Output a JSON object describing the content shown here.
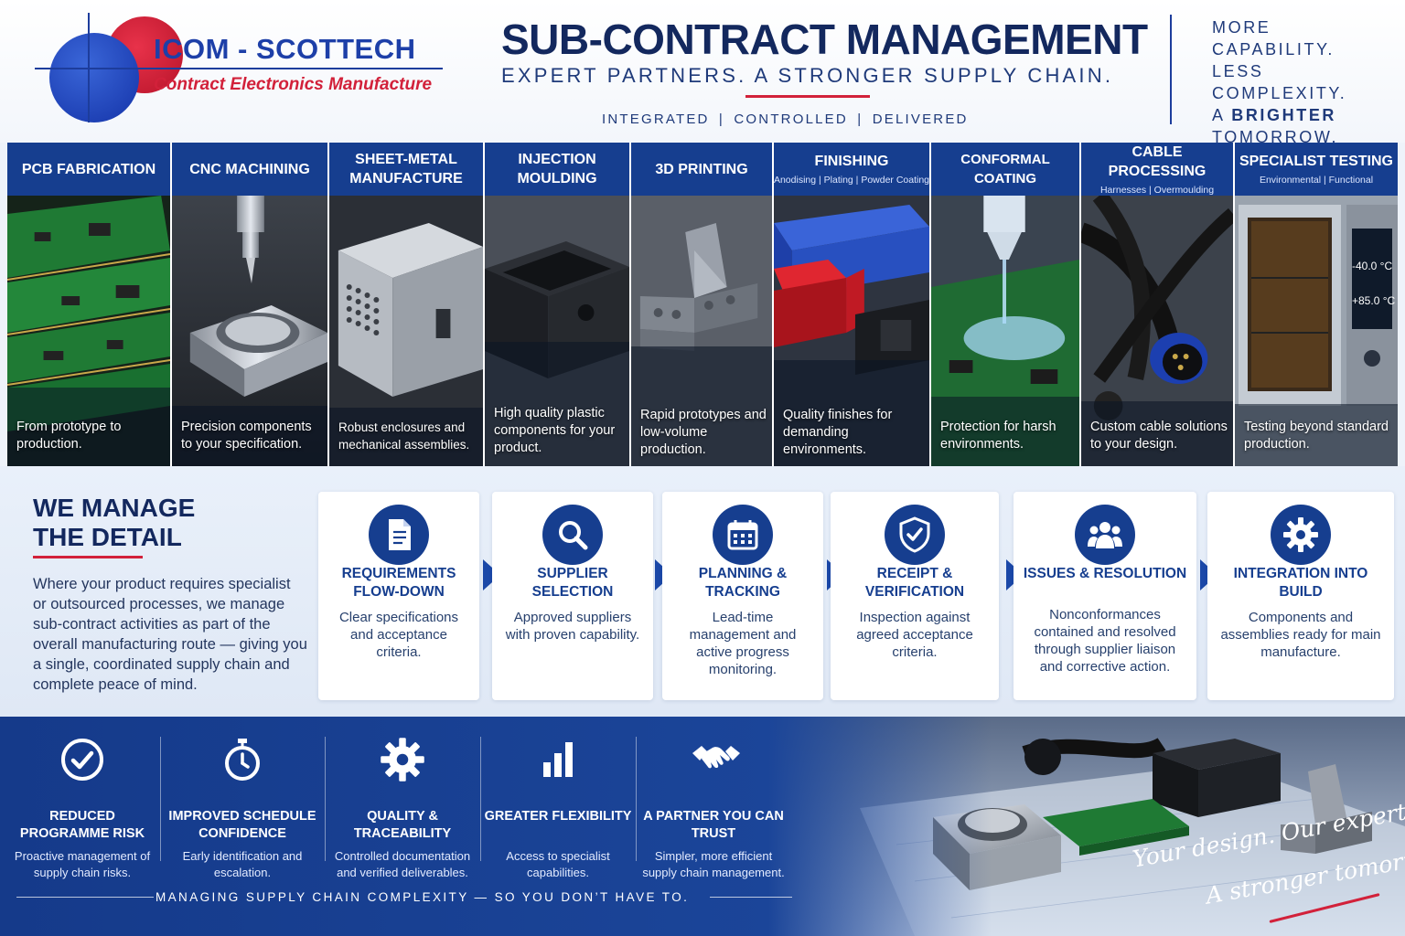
{
  "header": {
    "logo_name": "ICOM - SCOTTECH",
    "logo_tagline": "Contract Electronics Manufacture",
    "title": "SUB-CONTRACT MANAGEMENT",
    "subtitle": "EXPERT PARTNERS.  A STRONGER SUPPLY CHAIN.",
    "tagline": "INTEGRATED   |   CONTROLLED   |   DELIVERED",
    "motto_line1": "MORE",
    "motto_line2": "CAPABILITY.",
    "motto_line3": "LESS COMPLEXITY.",
    "motto_line4_a": "A ",
    "motto_line4_b": "BRIGHTER",
    "motto_line5": "TOMORROW."
  },
  "services": [
    {
      "title": "PCB FABRICATION",
      "sub": "",
      "text": "From prototype to production."
    },
    {
      "title": "CNC MACHINING",
      "sub": "",
      "text": "Precision components to your specification."
    },
    {
      "title": "SHEET-METAL MANUFACTURE",
      "sub": "",
      "text": "Robust enclosures and mechanical assemblies."
    },
    {
      "title": "INJECTION MOULDING",
      "sub": "",
      "text": "High quality plastic components for your product."
    },
    {
      "title": "3D PRINTING",
      "sub": "",
      "text": "Rapid prototypes and low-volume production."
    },
    {
      "title": "FINISHING",
      "sub": "Anodising | Plating | Powder Coating",
      "text": "Quality finishes for demanding environments."
    },
    {
      "title": "CONFORMAL COATING",
      "sub": "",
      "text": "Protection for harsh environments."
    },
    {
      "title": "CABLE PROCESSING",
      "sub": "Harnesses | Overmoulding",
      "text": "Custom cable solutions to your design."
    },
    {
      "title": "SPECIALIST TESTING",
      "sub": "Environmental | Functional",
      "text": "Testing beyond standard production."
    }
  ],
  "chamber": {
    "low": "-40.0 °C",
    "high": "+85.0 °C"
  },
  "manage": {
    "title_line1": "WE MANAGE",
    "title_line2": "THE DETAIL",
    "body": "Where your product requires specialist or outsourced processes, we manage sub-contract activities as part of the overall manufacturing route — giving you a single, coordinated supply chain and complete peace of mind."
  },
  "steps": [
    {
      "icon": "document-icon",
      "title": "REQUIREMENTS FLOW-DOWN",
      "text": "Clear specifications and acceptance criteria."
    },
    {
      "icon": "magnifier-icon",
      "title": "SUPPLIER SELECTION",
      "text": "Approved suppliers with proven capability."
    },
    {
      "icon": "calendar-icon",
      "title": "PLANNING & TRACKING",
      "text": "Lead-time management and active progress monitoring."
    },
    {
      "icon": "shield-check-icon",
      "title": "RECEIPT & VERIFICATION",
      "text": "Inspection against agreed acceptance criteria."
    },
    {
      "icon": "team-icon",
      "title": "ISSUES & RESOLUTION",
      "text": "Nonconformances contained and resolved through supplier liaison and corrective action."
    },
    {
      "icon": "gear-icon",
      "title": "INTEGRATION INTO BUILD",
      "text": "Components and assemblies ready for main manufacture."
    }
  ],
  "benefits": [
    {
      "icon": "check-circle-icon",
      "title": "REDUCED PROGRAMME RISK",
      "text": "Proactive management of supply chain risks."
    },
    {
      "icon": "stopwatch-icon",
      "title": "IMPROVED SCHEDULE CONFIDENCE",
      "text": "Early identification and escalation."
    },
    {
      "icon": "gear-icon",
      "title": "QUALITY & TRACEABILITY",
      "text": "Controlled documentation and verified deliverables."
    },
    {
      "icon": "bar-chart-icon",
      "title": "GREATER FLEXIBILITY",
      "text": "Access to specialist capabilities."
    },
    {
      "icon": "handshake-icon",
      "title": "A PARTNER YOU CAN TRUST",
      "text": "Simpler, more efficient supply chain management."
    }
  ],
  "footer": {
    "text": "MANAGING SUPPLY CHAIN COMPLEXITY — SO YOU DON’T HAVE TO.",
    "script_line1": "Your design. Our expertise.",
    "script_line2": "A stronger tomorrow."
  },
  "colors": {
    "brand_blue": "#163e8f",
    "brand_red": "#d2213a",
    "navy": "#13285e"
  }
}
